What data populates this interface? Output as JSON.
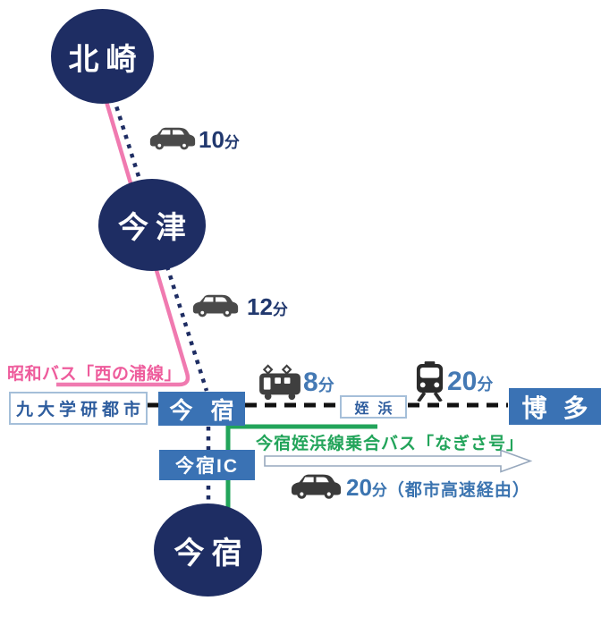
{
  "diagram_type": "transit-access-map",
  "palette": {
    "station_circle_navy": "#1e2d63",
    "rail_box_blue": "#3a72b4",
    "white_box_border": "#a5bfd9",
    "white_box_text": "#2e5d9e",
    "showa_bus_pink": "#f07ab0",
    "nagisa_bus_green": "#22a45a",
    "car_time_navy": "#21386e",
    "rail_time_blue": "#4479b4",
    "expressway_time_blue": "#3b74b0",
    "rail_dash_black": "#111111",
    "dotted_road_navy": "#1e2d63",
    "icon_gray": "#4a4a4a",
    "train_icon_dark": "#2b2b2b",
    "arrow_outline": "#97a8bd"
  },
  "stations": {
    "kitazaki": "北崎",
    "imazu": "今津",
    "imajuku_station": "今宿",
    "kyudai_gakken_toshi": "九大学研都市",
    "imajuku": "今宿",
    "meinohama": "姪浜",
    "hakata": "博多",
    "imajuku_ic": "今宿IC"
  },
  "times": {
    "car_kitazaki_imazu": {
      "value": "10",
      "unit": "分"
    },
    "car_imazu_imajuku": {
      "value": "12",
      "unit": "分"
    },
    "tram_imajuku_meinohama": {
      "value": "8",
      "unit": "分"
    },
    "train_meinohama_hakata": {
      "value": "20",
      "unit": "分"
    },
    "car_via_expressway": {
      "value": "20",
      "unit": "分",
      "note": "（都市高速経由）"
    }
  },
  "bus_routes": {
    "showa_bus": "昭和バス「西の浦線」",
    "nagisa_bus": "今宿姪浜線乗合バス「なぎさ号」"
  },
  "icons": {
    "car": "car-icon",
    "tram": "tram-icon",
    "train": "train-icon",
    "arrow": "right-arrow"
  }
}
